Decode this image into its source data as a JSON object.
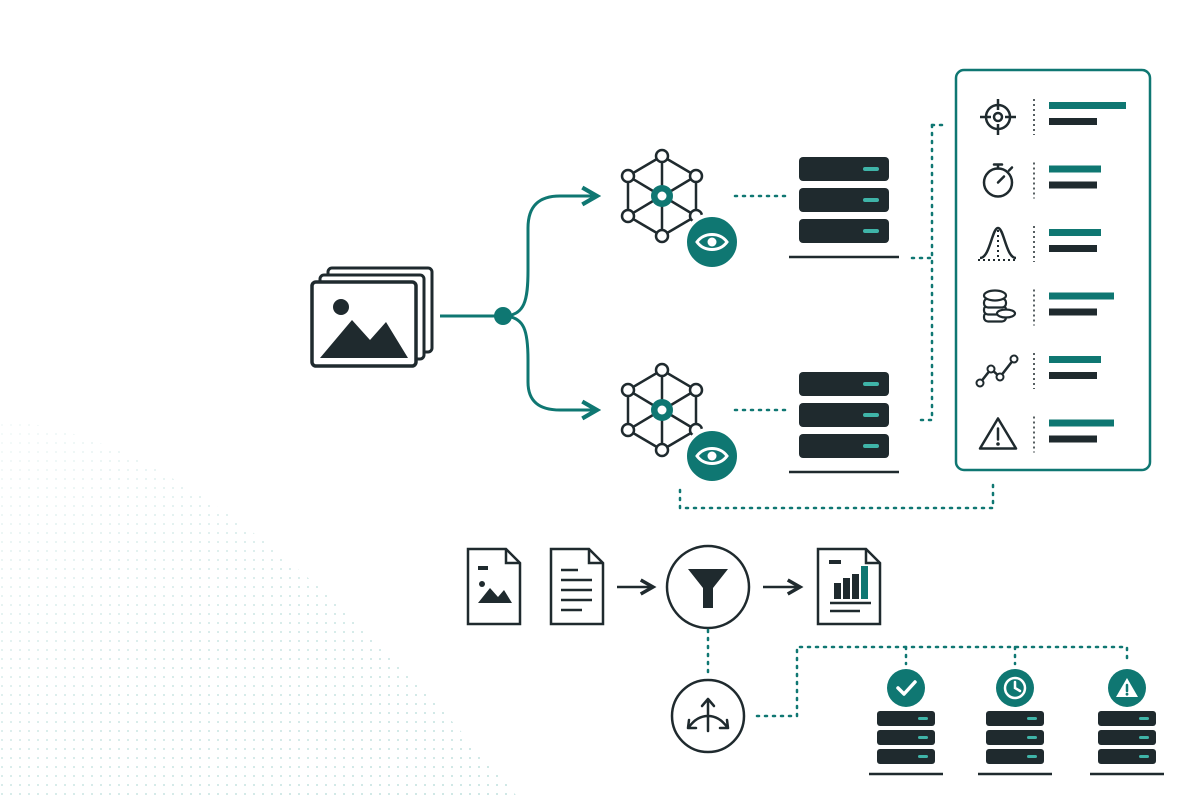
{
  "colors": {
    "teal": "#0f7772",
    "ink": "#1f2a2e",
    "background": "#ffffff",
    "dots": "#bfe0dd"
  },
  "source": {
    "icon": "image-stack-icon"
  },
  "models": [
    {
      "name": "model-top",
      "icon": "neural-network-icon",
      "badge": "eye-icon",
      "storage": "server-stack-icon"
    },
    {
      "name": "model-bottom",
      "icon": "neural-network-icon",
      "badge": "eye-icon",
      "storage": "server-stack-icon"
    }
  ],
  "metrics_panel": {
    "items": [
      {
        "icon": "target-icon",
        "bar_fraction": 0.9
      },
      {
        "icon": "stopwatch-icon",
        "bar_fraction": 0.6
      },
      {
        "icon": "bell-curve-icon",
        "bar_fraction": 0.6
      },
      {
        "icon": "coins-icon",
        "bar_fraction": 0.75
      },
      {
        "icon": "line-chart-icon",
        "bar_fraction": 0.6
      },
      {
        "icon": "warning-icon",
        "bar_fraction": 0.75
      }
    ]
  },
  "pipeline": {
    "inputs": [
      "image-document-icon",
      "text-document-icon"
    ],
    "filter": "funnel-icon",
    "output": "chart-report-icon",
    "router": "split-arrows-icon"
  },
  "servers": [
    {
      "badge": "check-icon"
    },
    {
      "badge": "clock-icon"
    },
    {
      "badge": "alert-icon"
    }
  ]
}
